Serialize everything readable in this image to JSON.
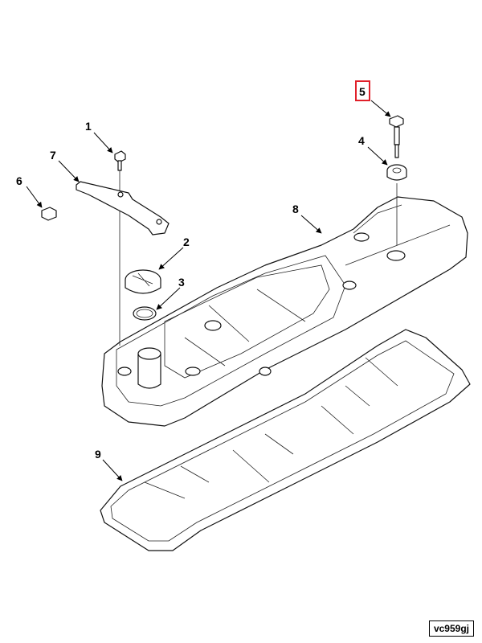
{
  "callouts": [
    {
      "id": "1",
      "label": "1"
    },
    {
      "id": "2",
      "label": "2"
    },
    {
      "id": "3",
      "label": "3"
    },
    {
      "id": "4",
      "label": "4"
    },
    {
      "id": "5",
      "label": "5",
      "highlighted": true
    },
    {
      "id": "6",
      "label": "6"
    },
    {
      "id": "7",
      "label": "7"
    },
    {
      "id": "8",
      "label": "8"
    },
    {
      "id": "9",
      "label": "9"
    }
  ],
  "reference_code": "vc959gj",
  "colors": {
    "highlight": "#e0202a",
    "line": "#000000"
  }
}
